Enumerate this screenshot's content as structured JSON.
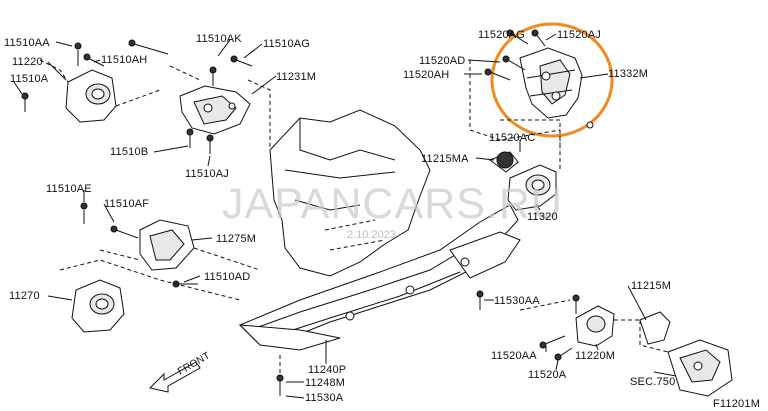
{
  "watermark": {
    "site": "JAPANCARS.RU",
    "date": "2.10.2023"
  },
  "labels": {
    "l_11510AA": "11510AA",
    "l_11220": "11220",
    "l_11510A": "11510A",
    "l_11510AH": "11510AH",
    "l_11510AK": "11510AK",
    "l_11510AG": "11510AG",
    "l_11231M": "11231M",
    "l_11510B": "11510B",
    "l_11510AJ": "11510AJ",
    "l_11520AG": "11520AG",
    "l_11520AJ": "11520AJ",
    "l_11520AD": "11520AD",
    "l_11520AH": "11520AH",
    "l_11332M": "11332M",
    "l_11520AC": "11520AC",
    "l_11215MA": "11215MA",
    "l_11320": "11320",
    "l_11510AE": "11510AE",
    "l_11510AF": "11510AF",
    "l_11275M": "11275M",
    "l_11510AD": "11510AD",
    "l_11270": "11270",
    "l_11530AA": "11530AA",
    "l_11215M": "11215M",
    "l_11520AA": "11520AA",
    "l_11220M": "11220M",
    "l_11520A": "11520A",
    "l_SEC750": "SEC.750",
    "l_11240P": "11240P",
    "l_11248M": "11248M",
    "l_11530A": "11530A",
    "l_FRONT": "FRONT",
    "l_fig": "F11201M"
  },
  "highlight_color": "#f08a24"
}
